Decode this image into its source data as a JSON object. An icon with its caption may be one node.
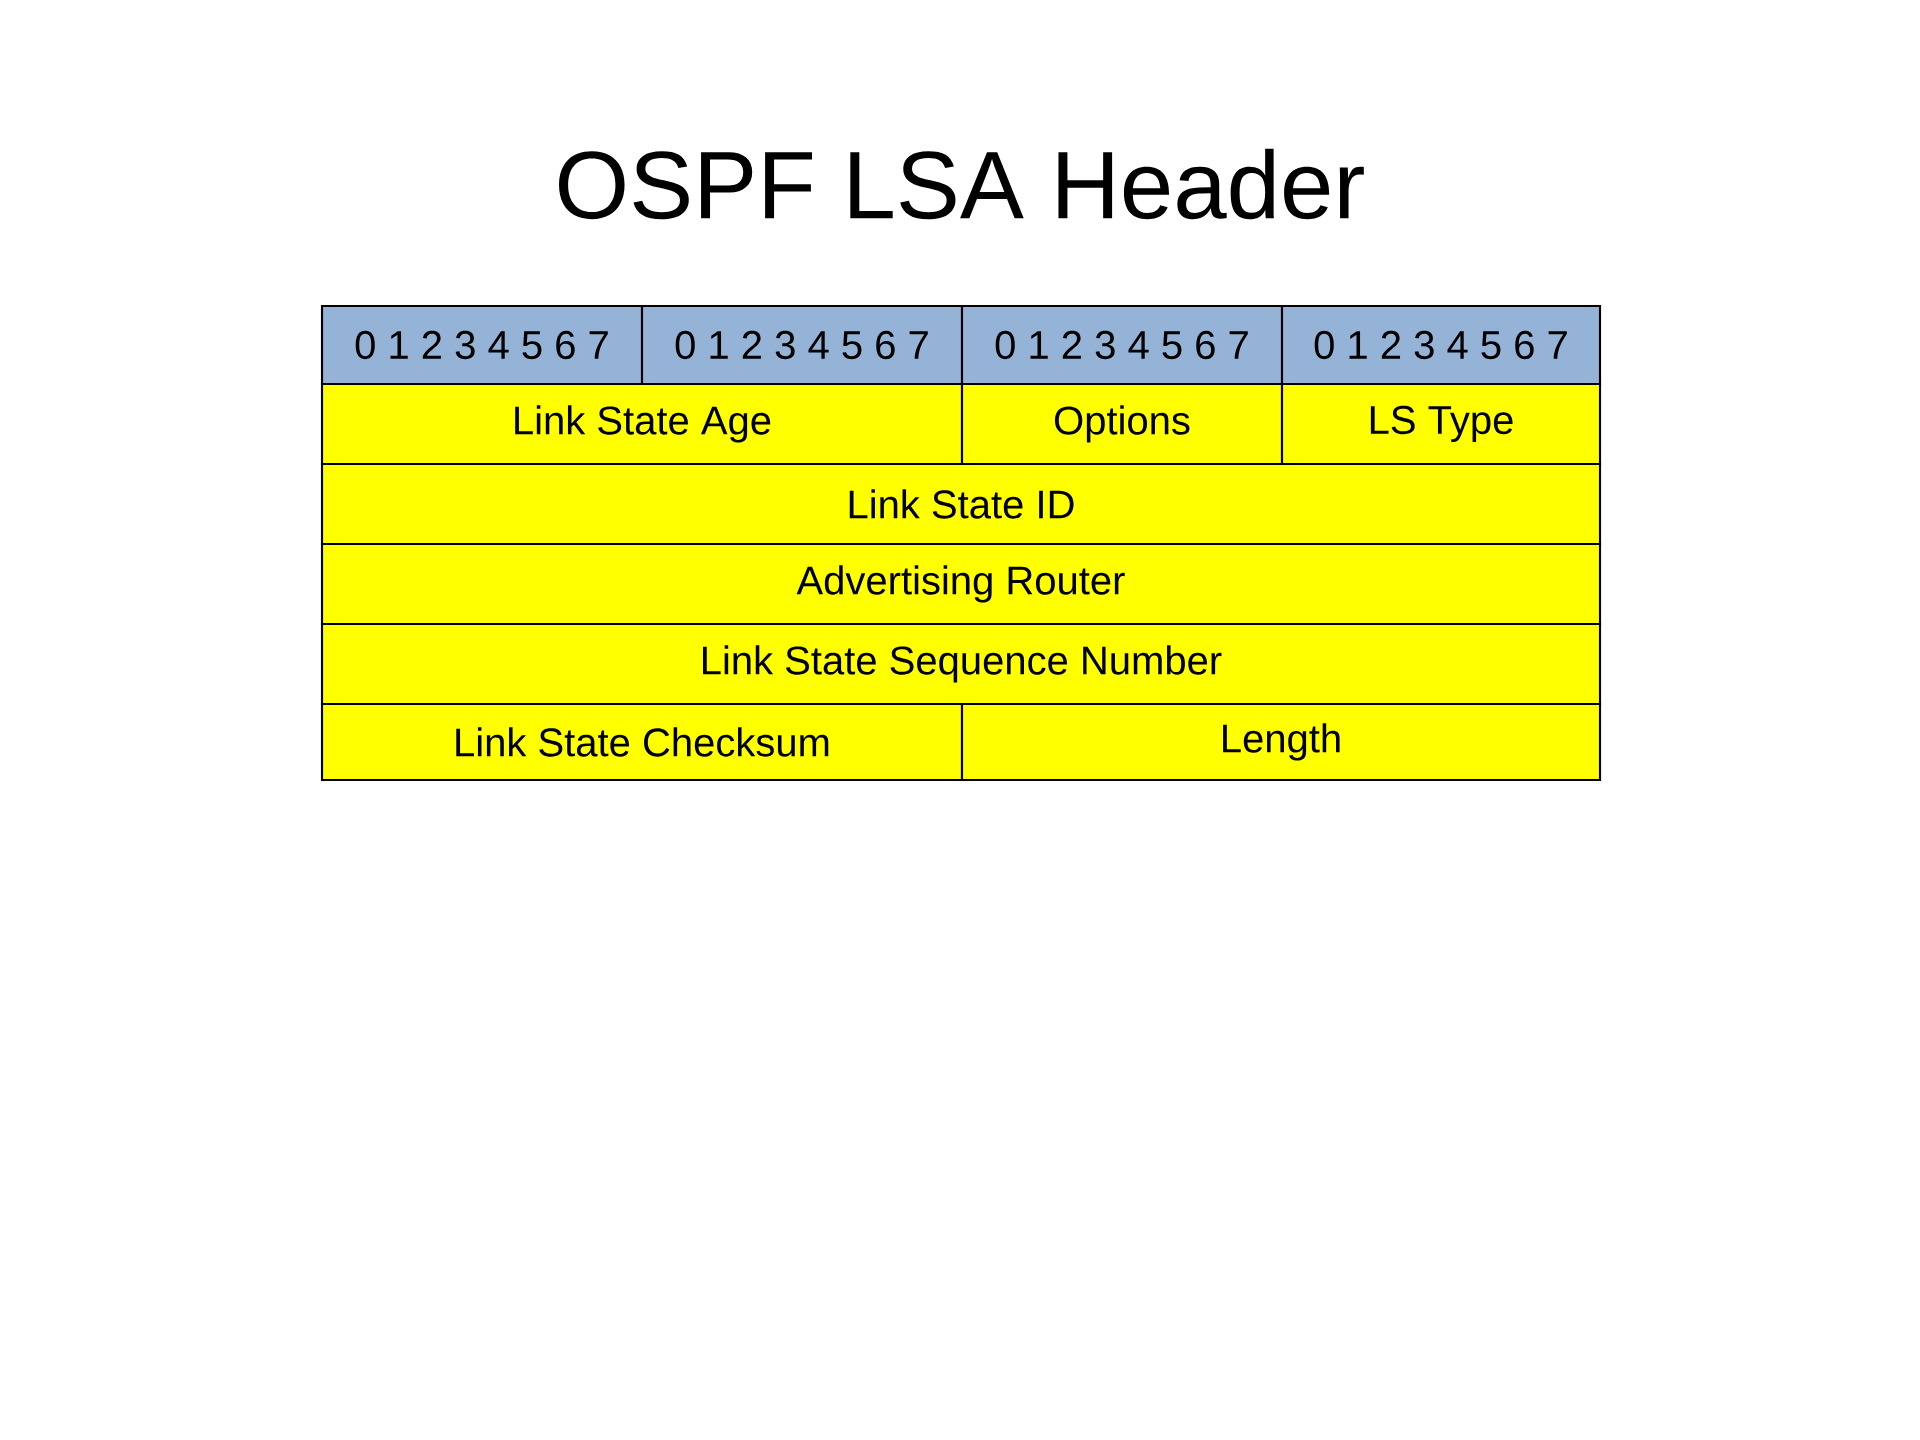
{
  "diagram": {
    "title": "OSPF LSA Header",
    "nodes": [
      {
        "text": [
          "0 1 2 3 4 5 6 7"
        ]
      },
      {
        "text": [
          "0 1 2 3 4 5 6 7"
        ]
      },
      {
        "text": [
          "0 1 2 3 4 5 6 7"
        ]
      },
      {
        "text": [
          "0 1 2 3 4 5 6 7"
        ]
      },
      {
        "text": [
          "Link State Age"
        ]
      },
      {
        "text": [
          "Options"
        ]
      },
      {
        "text": [
          "LS Type"
        ]
      },
      {
        "text": [
          "Link State ID"
        ]
      },
      {
        "text": [
          "Advertising Router"
        ]
      },
      {
        "text": [
          "Link State Sequence Number"
        ]
      },
      {
        "text": [
          "Link State Checksum"
        ]
      },
      {
        "text": [
          "Length"
        ]
      }
    ]
  }
}
